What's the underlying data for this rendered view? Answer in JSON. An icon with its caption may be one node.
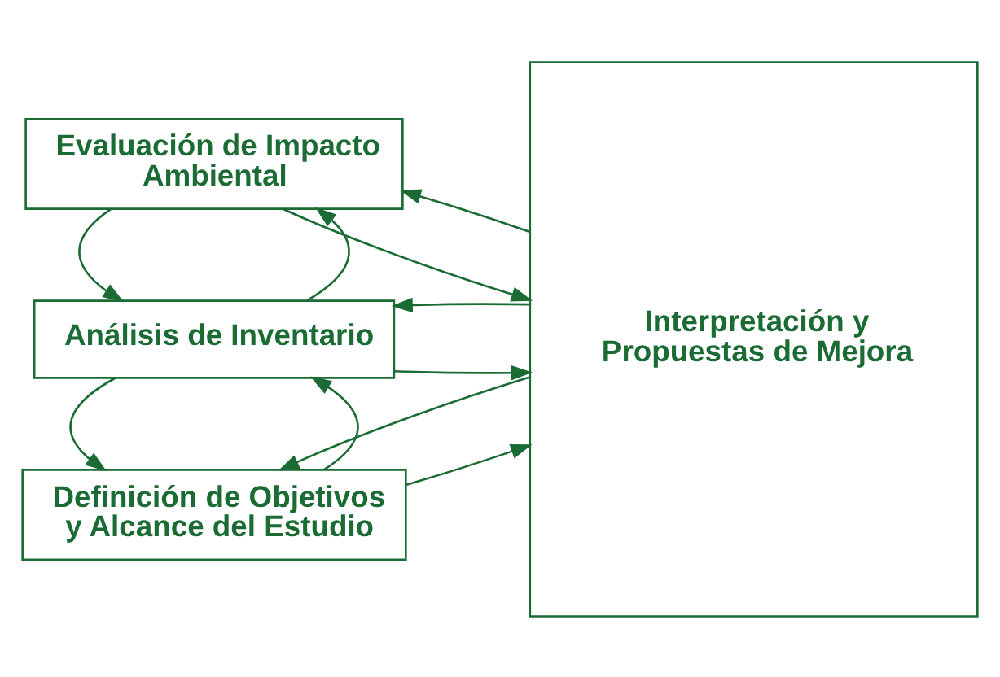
{
  "diagram": {
    "nodes": [
      {
        "text": [
          "Definición de Objetivos y Alcance del Estudio"
        ]
      },
      {
        "text": [
          "Análisis de Inventario"
        ]
      },
      {
        "text": [
          "Evaluación de Impacto Ambiental"
        ]
      },
      {
        "text": [
          "Interpretación y Propuestas de Mejora"
        ]
      }
    ],
    "edges": [
      {
        "from": 0,
        "to": 1,
        "arrow": "to"
      },
      {
        "from": 1,
        "to": 0,
        "arrow": "to"
      },
      {
        "from": 0,
        "to": 3,
        "arrow": "to"
      },
      {
        "from": 3,
        "to": 0,
        "arrow": "to"
      },
      {
        "from": 1,
        "to": 2,
        "arrow": "to"
      },
      {
        "from": 2,
        "to": 1,
        "arrow": "to"
      },
      {
        "from": 1,
        "to": 3,
        "arrow": "to"
      },
      {
        "from": 3,
        "to": 1,
        "arrow": "to"
      },
      {
        "from": 2,
        "to": 3,
        "arrow": "to"
      },
      {
        "from": 3,
        "to": 2,
        "arrow": "to"
      }
    ]
  }
}
